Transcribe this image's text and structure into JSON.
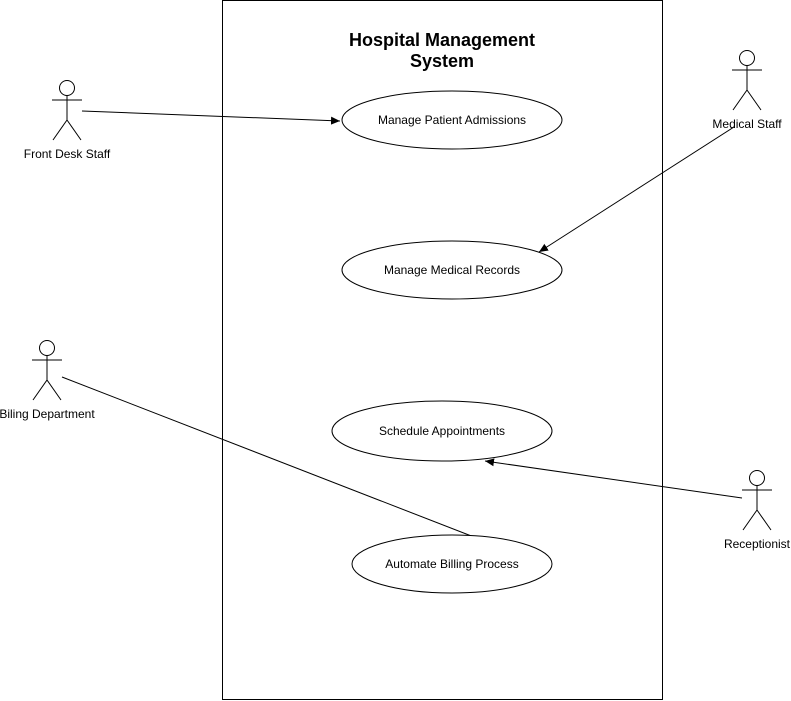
{
  "system": {
    "title_line1": "Hospital Management",
    "title_line2": "System"
  },
  "actors": {
    "front_desk": "Front Desk Staff",
    "medical_staff": "Medical Staff",
    "billing": "Biling Department",
    "receptionist": "Receptionist"
  },
  "use_cases": {
    "admissions": "Manage Patient Admissions",
    "records": "Manage Medical Records",
    "appointments": "Schedule Appointments",
    "billing": "Automate Billing Process"
  },
  "colors": {
    "stroke": "#000000",
    "background": "#ffffff"
  }
}
